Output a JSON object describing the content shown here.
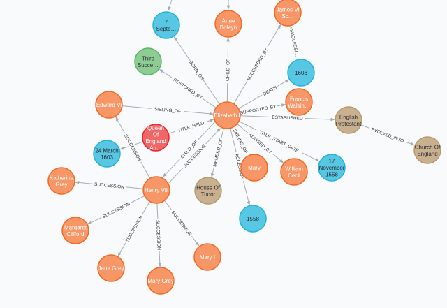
{
  "palette": {
    "person": {
      "fill": "#f79767",
      "stroke": "#f36924",
      "text": "#ffffff"
    },
    "date": {
      "fill": "#57c7e3",
      "stroke": "#23b3d7",
      "text": "#2a2c34"
    },
    "event": {
      "fill": "#8dcc93",
      "stroke": "#5db665",
      "text": "#2a2c34"
    },
    "org": {
      "fill": "#c9b18f",
      "stroke": "#b69a6f",
      "text": "#2a2c34"
    },
    "title": {
      "fill": "#f16667",
      "stroke": "#eb2728",
      "text": "#ffffff"
    }
  },
  "nodes": [
    {
      "id": "elizabeth",
      "label": [
        "Elizabeth I"
      ],
      "type": "person"
    },
    {
      "id": "sept",
      "label": [
        "7",
        "Septe…"
      ],
      "type": "date"
    },
    {
      "id": "anne",
      "label": [
        "Anne",
        "Boleyn"
      ],
      "type": "person"
    },
    {
      "id": "james",
      "label": [
        "James Vi",
        "Sc…"
      ],
      "type": "person"
    },
    {
      "id": "third",
      "label": [
        "Third",
        "Succe…"
      ],
      "type": "event"
    },
    {
      "id": "d1603",
      "label": [
        "1603"
      ],
      "type": "date"
    },
    {
      "id": "francis",
      "label": [
        "Francis",
        "Walsin…"
      ],
      "type": "person"
    },
    {
      "id": "edward",
      "label": [
        "Edward Vi"
      ],
      "type": "person"
    },
    {
      "id": "protestant",
      "label": [
        "English",
        "Protestant"
      ],
      "type": "org"
    },
    {
      "id": "church",
      "label": [
        "Church Of",
        "England"
      ],
      "type": "org"
    },
    {
      "id": "queen",
      "label": [
        "Queen",
        "Of",
        "England",
        "An…"
      ],
      "type": "title"
    },
    {
      "id": "march",
      "label": [
        "24 March",
        "1603"
      ],
      "type": "date"
    },
    {
      "id": "katherine",
      "label": [
        "Katherine",
        "Grey"
      ],
      "type": "person"
    },
    {
      "id": "henry",
      "label": [
        "Henry Viii"
      ],
      "type": "person"
    },
    {
      "id": "tudor",
      "label": [
        "House Of",
        "Tudor"
      ],
      "type": "org"
    },
    {
      "id": "mary",
      "label": [
        "Mary"
      ],
      "type": "person"
    },
    {
      "id": "cecil",
      "label": [
        "William",
        "Cecil"
      ],
      "type": "person"
    },
    {
      "id": "nov",
      "label": [
        "17",
        "November",
        "1558"
      ],
      "type": "date"
    },
    {
      "id": "d1558",
      "label": [
        "1558"
      ],
      "type": "date"
    },
    {
      "id": "margaret",
      "label": [
        "Margaret",
        "Clifford"
      ],
      "type": "person"
    },
    {
      "id": "jane",
      "label": [
        "Jane Grey"
      ],
      "type": "person"
    },
    {
      "id": "marygrey",
      "label": [
        "Mary Grey"
      ],
      "type": "person"
    },
    {
      "id": "maryi",
      "label": [
        "Mary I"
      ],
      "type": "person"
    }
  ],
  "edges": [
    {
      "from": "elizabeth",
      "to": "sept",
      "label": "BORN_ON"
    },
    {
      "from": "elizabeth",
      "to": "anne",
      "label": "CHILD_OF"
    },
    {
      "from": "elizabeth",
      "to": "james",
      "label": "SUCCEEDED_BY"
    },
    {
      "from": "elizabeth",
      "to": "third",
      "label": "RESTORED_BY"
    },
    {
      "from": "elizabeth",
      "to": "d1603",
      "label": "DEATH"
    },
    {
      "from": "elizabeth",
      "to": "francis",
      "label": "SUPPORTED_BY"
    },
    {
      "from": "edward",
      "to": "elizabeth",
      "label": "SIBLING_OF"
    },
    {
      "from": "elizabeth",
      "to": "protestant",
      "label": "ESTABLISHED"
    },
    {
      "from": "protestant",
      "to": "church",
      "label": "EVOLVED_INTO"
    },
    {
      "from": "queen",
      "to": "elizabeth",
      "label": "TITLE_HELD"
    },
    {
      "from": "queen",
      "to": "march",
      "label": ""
    },
    {
      "from": "d1603",
      "to": "james",
      "label": "SUCCESSI…"
    },
    {
      "from": "henry",
      "to": "edward",
      "label": "SUCCESSION"
    },
    {
      "from": "henry",
      "to": "elizabeth",
      "label": "SUCCESSION"
    },
    {
      "from": "elizabeth",
      "to": "henry",
      "label": "CHILD_OF"
    },
    {
      "from": "elizabeth",
      "to": "tudor",
      "label": "MEMBER_OF"
    },
    {
      "from": "elizabeth",
      "to": "mary",
      "label": "SIBLING_OF"
    },
    {
      "from": "elizabeth",
      "to": "d1558",
      "label": "ACCESSION"
    },
    {
      "from": "elizabeth",
      "to": "cecil",
      "label": "ADVISED_BY"
    },
    {
      "from": "elizabeth",
      "to": "nov",
      "label": "TITLE_START_DATE"
    },
    {
      "from": "henry",
      "to": "katherine",
      "label": "SUCCESSION"
    },
    {
      "from": "henry",
      "to": "margaret",
      "label": "SUCCESSION"
    },
    {
      "from": "henry",
      "to": "jane",
      "label": "SUCCESSION"
    },
    {
      "from": "henry",
      "to": "marygrey",
      "label": "SUCCESSION"
    },
    {
      "from": "henry",
      "to": "maryi",
      "label": "SUCCESSION"
    }
  ]
}
